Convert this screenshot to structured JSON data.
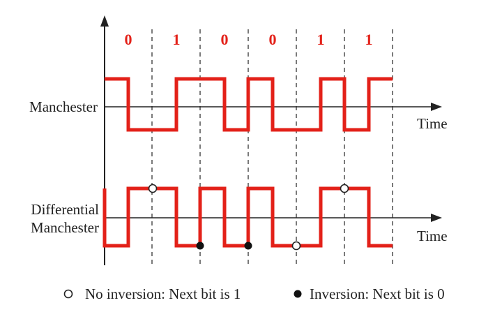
{
  "bits": [
    "0",
    "1",
    "0",
    "0",
    "1",
    "1"
  ],
  "rows": {
    "manchester": {
      "label": "Manchester",
      "axis_label": "Time"
    },
    "differential": {
      "label_line1": "Differential",
      "label_line2": "Manchester",
      "axis_label": "Time"
    }
  },
  "legend": {
    "no_inversion": "No inversion: Next bit is 1",
    "inversion": "Inversion: Next bit is 0"
  },
  "colors": {
    "signal": "#e32119",
    "bit_label": "#e32119",
    "axis": "#222222"
  },
  "icons": {
    "no_inversion_marker": "open-circle",
    "inversion_marker": "filled-circle"
  }
}
